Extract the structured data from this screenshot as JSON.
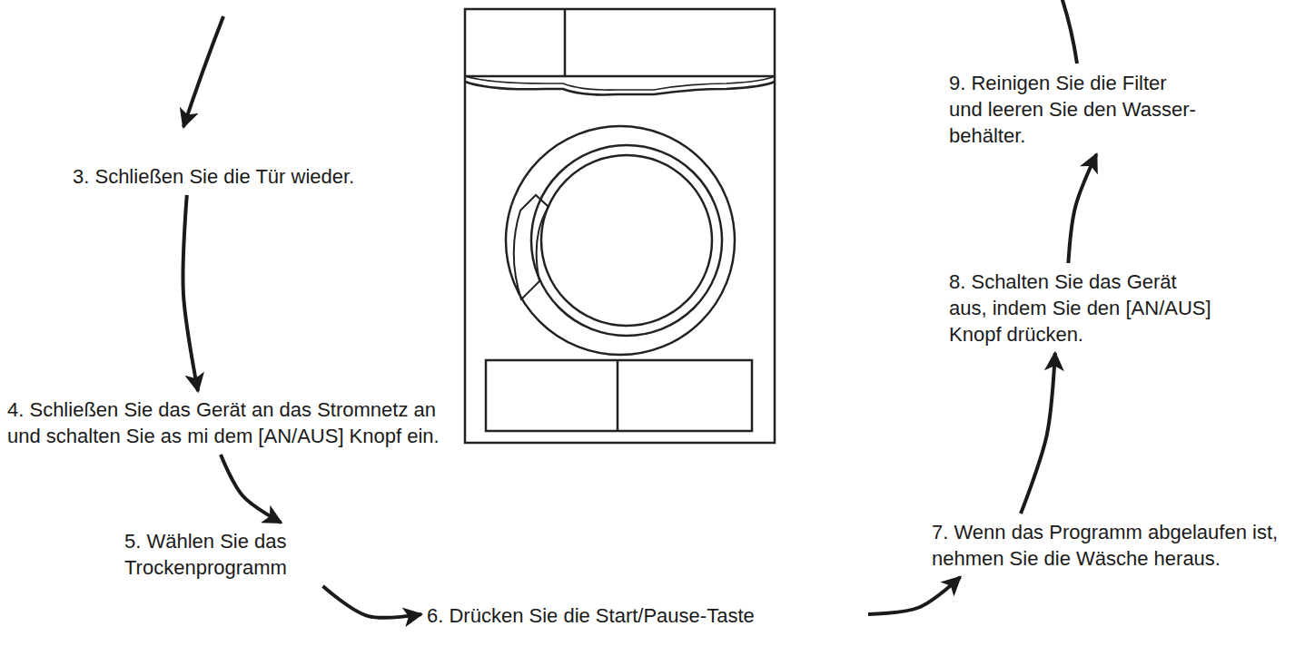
{
  "diagram": {
    "nodes": [
      {
        "text": [
          "3. Schließen Sie die Tür wieder."
        ]
      },
      {
        "text": [
          "4. Schließen Sie das Gerät an das Stromnetz an und schalten Sie as mi dem [AN/AUS] Knopf ein."
        ]
      },
      {
        "text": [
          "5. Wählen Sie das Trockenprogramm"
        ]
      },
      {
        "text": [
          "6. Drücken Sie die Start/Pause-Taste"
        ]
      },
      {
        "text": [
          "7. Wenn das Programm abgelaufen ist, nehmen Sie die Wäsche heraus."
        ]
      },
      {
        "text": [
          "8. Schalten Sie das Gerät aus, indem Sie den [AN/AUS] Knopf drücken."
        ]
      },
      {
        "text": [
          "9. Reinigen Sie die Filter und leeren Sie den Wasser- behälter."
        ]
      }
    ],
    "edges": [
      {
        "from": 0,
        "to": 1,
        "arrow": "to"
      },
      {
        "from": 1,
        "to": 2,
        "arrow": "to"
      },
      {
        "from": 2,
        "to": 3,
        "arrow": "to"
      },
      {
        "from": 3,
        "to": 4,
        "arrow": "to"
      },
      {
        "from": 4,
        "to": 5,
        "arrow": "to"
      },
      {
        "from": 5,
        "to": 6,
        "arrow": "to"
      }
    ]
  }
}
